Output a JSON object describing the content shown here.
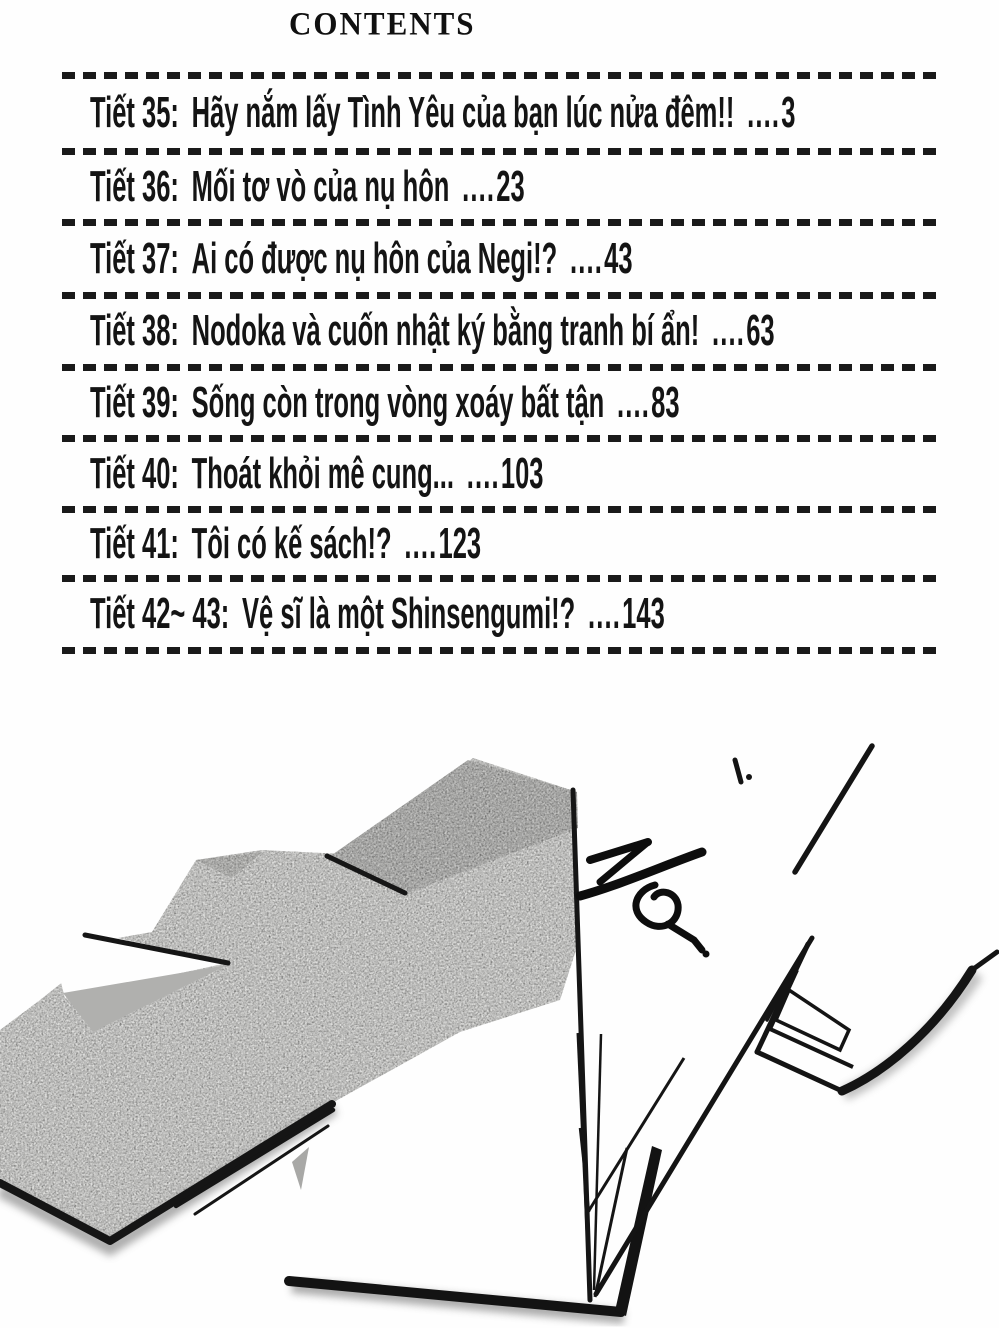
{
  "header": {
    "title": "CONTENTS"
  },
  "toc": {
    "entries": [
      {
        "chapter": "Tiết 35:",
        "title": "Hãy nắm lấy Tình Yêu của bạn lúc nửa đêm!!",
        "dots": "....",
        "page": "3"
      },
      {
        "chapter": "Tiết 36:",
        "title": "Mối tơ vò của nụ hôn",
        "dots": "....",
        "page": "23"
      },
      {
        "chapter": "Tiết 37:",
        "title": "Ai có được nụ hôn của Negi!?",
        "dots": "....",
        "page": "43"
      },
      {
        "chapter": "Tiết 38:",
        "title": "Nodoka và cuốn nhật ký bằng tranh bí ẩn!",
        "dots": "....",
        "page": "63"
      },
      {
        "chapter": "Tiết 39:",
        "title": "Sống còn trong vòng xoáy bất tận",
        "dots": "....",
        "page": "83"
      },
      {
        "chapter": "Tiết 40:",
        "title": "Thoát khỏi mê cung...",
        "dots": "....",
        "page": "103"
      },
      {
        "chapter": "Tiết 41:",
        "title": "Tôi có kế sách!?",
        "dots": "....",
        "page": "123"
      },
      {
        "chapter": "Tiết 42~ 43:",
        "title": "Vệ sĩ là một Shinsengumi!?",
        "dots": "....",
        "page": "143"
      }
    ]
  },
  "illustration": {
    "name": "scattered-paper-cards-with-calligraphy-mark",
    "colors": {
      "ink": "#161616",
      "paper_white": "#fefefe",
      "paper_gray": "#e4e4e2",
      "shadow_gray": "#b0b0ae"
    }
  }
}
